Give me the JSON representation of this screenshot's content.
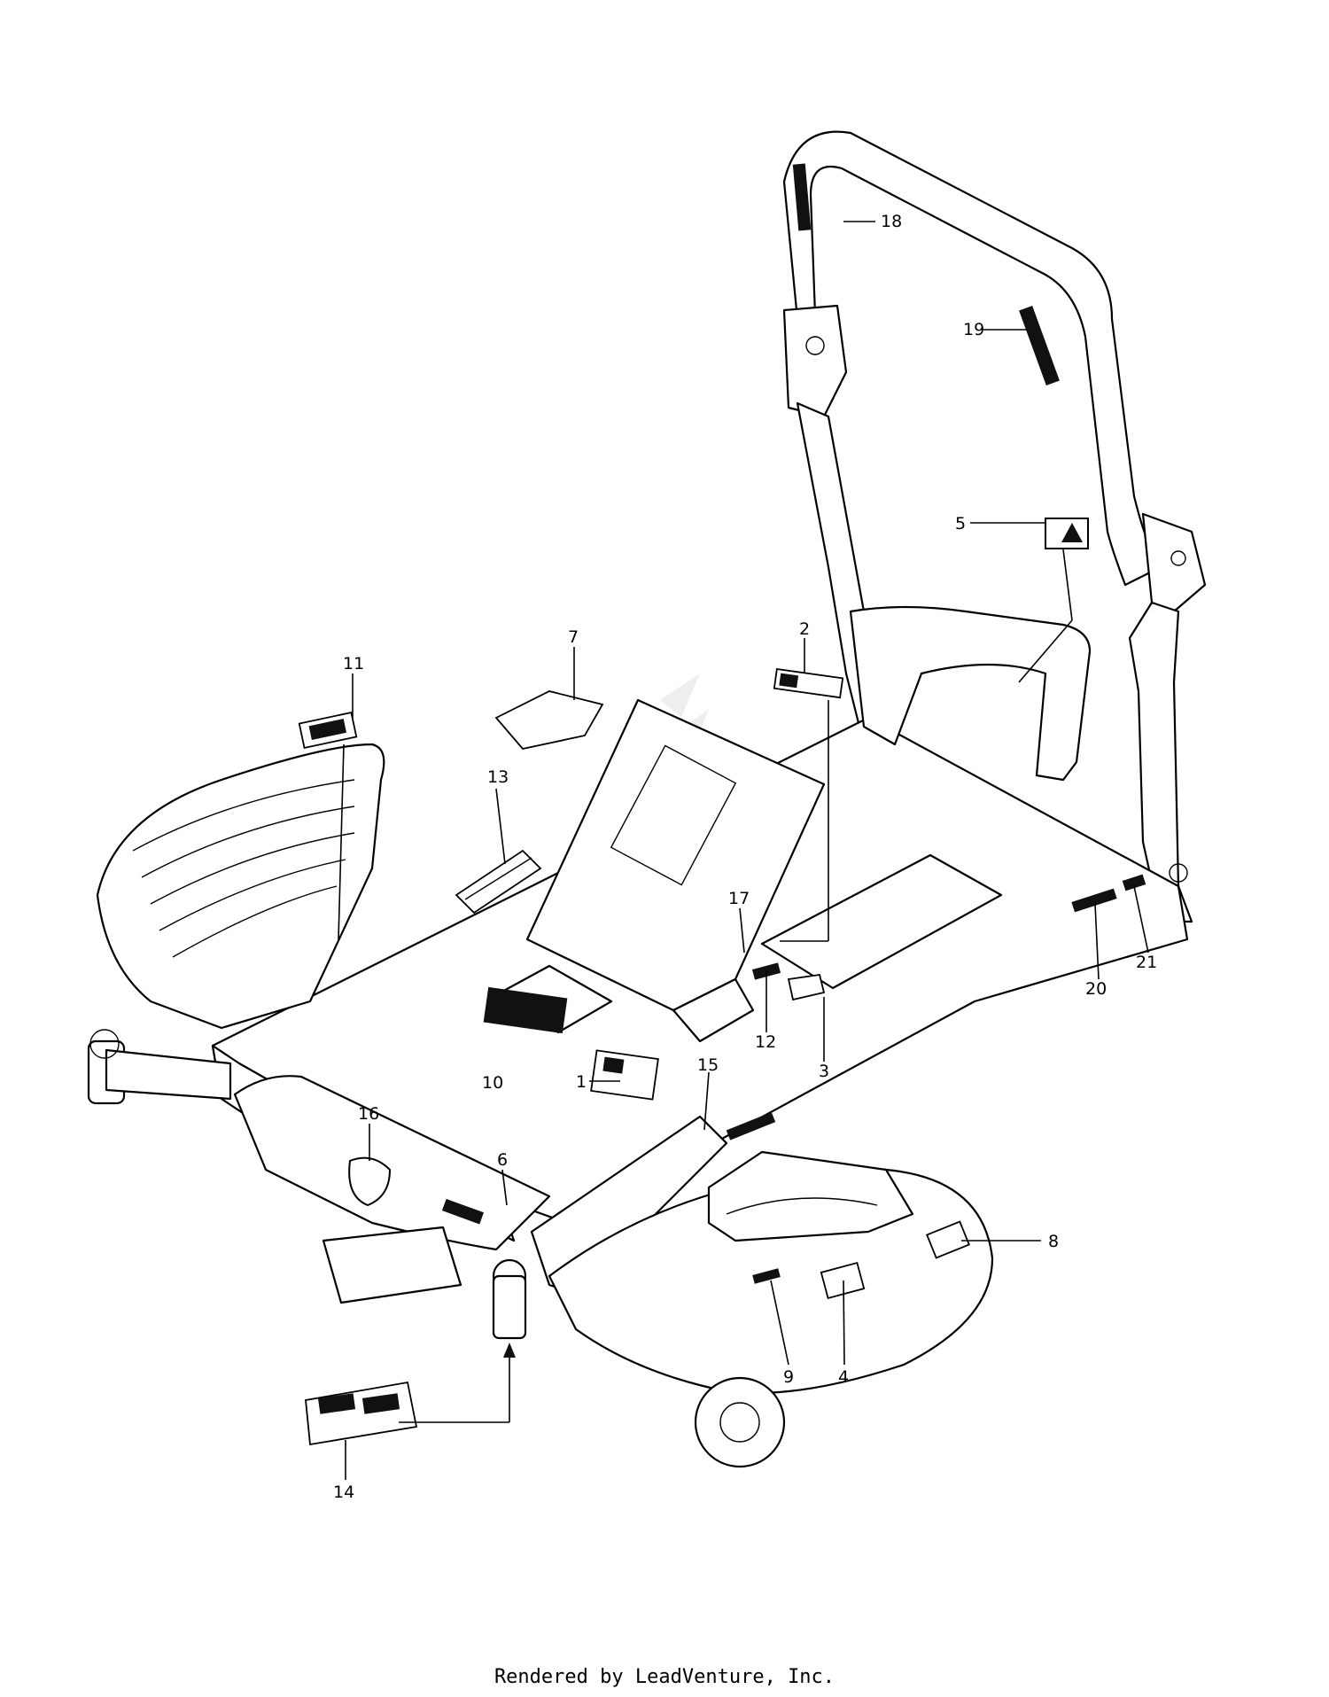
{
  "footer": {
    "credit": "Rendered by LeadVenture, Inc."
  },
  "callouts": [
    "1",
    "2",
    "3",
    "4",
    "5",
    "6",
    "7",
    "8",
    "9",
    "10",
    "11",
    "12",
    "13",
    "14",
    "15",
    "16",
    "17",
    "18",
    "19",
    "20",
    "21"
  ]
}
